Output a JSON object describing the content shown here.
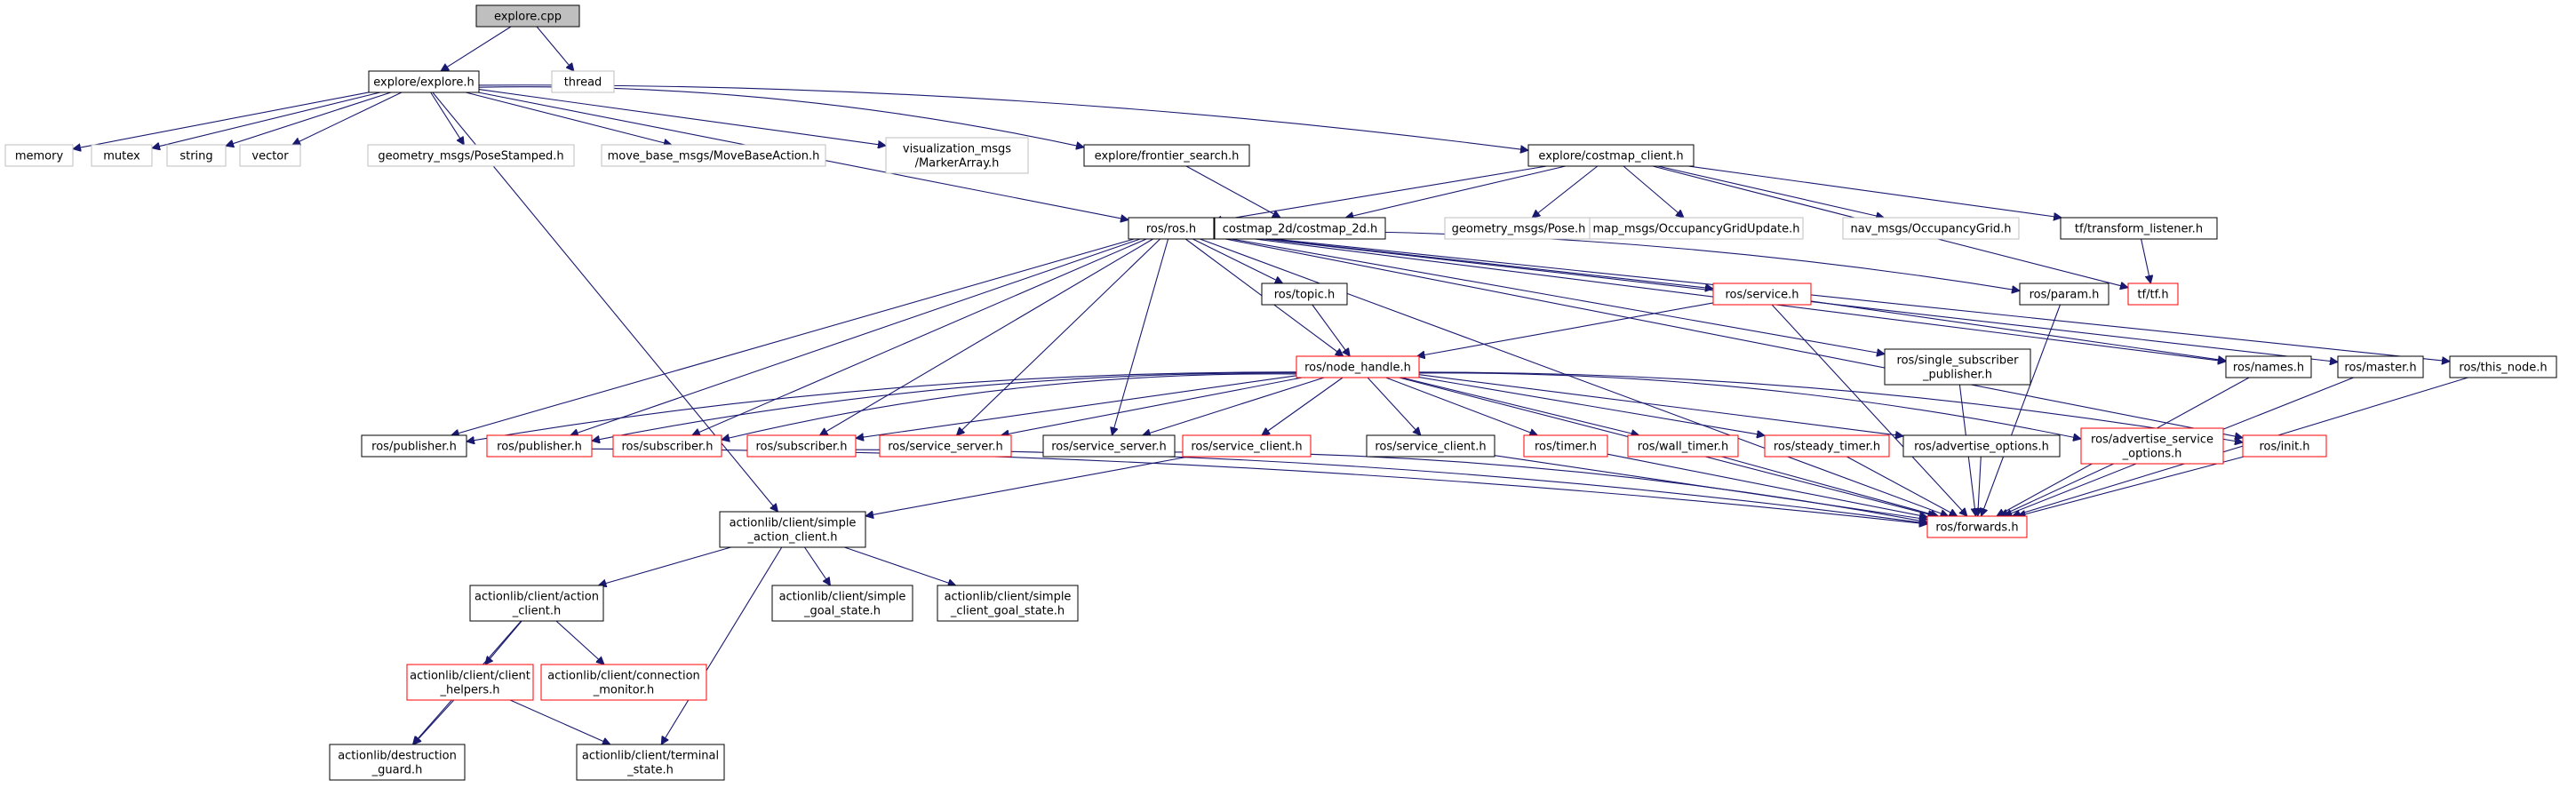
{
  "colors": {
    "normal": "#000000",
    "red": "#ff0000",
    "gray": "#bfbfbf",
    "root_fill": "#bfbfbf",
    "edge": "#191970"
  },
  "graph": {
    "nodes": [
      {
        "id": "explore_cpp",
        "lines": [
          "explore.cpp"
        ],
        "style": "root"
      },
      {
        "id": "explore_h",
        "lines": [
          "explore/explore.h"
        ],
        "style": "normal"
      },
      {
        "id": "thread",
        "lines": [
          "thread"
        ],
        "style": "gray"
      },
      {
        "id": "memory",
        "lines": [
          "memory"
        ],
        "style": "gray"
      },
      {
        "id": "mutex",
        "lines": [
          "mutex"
        ],
        "style": "gray"
      },
      {
        "id": "string",
        "lines": [
          "string"
        ],
        "style": "gray"
      },
      {
        "id": "vector",
        "lines": [
          "vector"
        ],
        "style": "gray"
      },
      {
        "id": "pose_stamped",
        "lines": [
          "geometry_msgs/PoseStamped.h"
        ],
        "style": "gray"
      },
      {
        "id": "move_base_action",
        "lines": [
          "move_base_msgs/MoveBaseAction.h"
        ],
        "style": "gray"
      },
      {
        "id": "marker_array",
        "lines": [
          "visualization_msgs",
          "/MarkerArray.h"
        ],
        "style": "gray"
      },
      {
        "id": "frontier_search",
        "lines": [
          "explore/frontier_search.h"
        ],
        "style": "normal"
      },
      {
        "id": "costmap_client",
        "lines": [
          "explore/costmap_client.h"
        ],
        "style": "normal"
      },
      {
        "id": "ros_h",
        "lines": [
          "ros/ros.h"
        ],
        "style": "normal"
      },
      {
        "id": "costmap_2d",
        "lines": [
          "costmap_2d/costmap_2d.h"
        ],
        "style": "normal"
      },
      {
        "id": "geometry_pose",
        "lines": [
          "geometry_msgs/Pose.h"
        ],
        "style": "gray"
      },
      {
        "id": "occ_grid_update",
        "lines": [
          "map_msgs/OccupancyGridUpdate.h"
        ],
        "style": "gray"
      },
      {
        "id": "occ_grid",
        "lines": [
          "nav_msgs/OccupancyGrid.h"
        ],
        "style": "gray"
      },
      {
        "id": "tf_listener",
        "lines": [
          "tf/transform_listener.h"
        ],
        "style": "normal"
      },
      {
        "id": "tf_h",
        "lines": [
          "tf/tf.h"
        ],
        "style": "red"
      },
      {
        "id": "topic_h",
        "lines": [
          "ros/topic.h"
        ],
        "style": "normal"
      },
      {
        "id": "service_h",
        "lines": [
          "ros/service.h"
        ],
        "style": "red"
      },
      {
        "id": "param_h",
        "lines": [
          "ros/param.h"
        ],
        "style": "normal"
      },
      {
        "id": "single_sub",
        "lines": [
          "ros/single_subscriber",
          "_publisher.h"
        ],
        "style": "normal"
      },
      {
        "id": "names_h",
        "lines": [
          "ros/names.h"
        ],
        "style": "normal"
      },
      {
        "id": "master_h",
        "lines": [
          "ros/master.h"
        ],
        "style": "normal"
      },
      {
        "id": "this_node",
        "lines": [
          "ros/this_node.h"
        ],
        "style": "normal"
      },
      {
        "id": "node_handle",
        "lines": [
          "ros/node_handle.h"
        ],
        "style": "red"
      },
      {
        "id": "publisher_b",
        "lines": [
          "ros/publisher.h"
        ],
        "style": "normal"
      },
      {
        "id": "publisher_r",
        "lines": [
          "ros/publisher.h"
        ],
        "style": "red"
      },
      {
        "id": "subscriber_1",
        "lines": [
          "ros/subscriber.h"
        ],
        "style": "red"
      },
      {
        "id": "subscriber_2",
        "lines": [
          "ros/subscriber.h"
        ],
        "style": "red"
      },
      {
        "id": "service_server_r",
        "lines": [
          "ros/service_server.h"
        ],
        "style": "red"
      },
      {
        "id": "service_server_b",
        "lines": [
          "ros/service_server.h"
        ],
        "style": "normal"
      },
      {
        "id": "service_client_r",
        "lines": [
          "ros/service_client.h"
        ],
        "style": "red"
      },
      {
        "id": "service_client_b",
        "lines": [
          "ros/service_client.h"
        ],
        "style": "normal"
      },
      {
        "id": "timer_h",
        "lines": [
          "ros/timer.h"
        ],
        "style": "red"
      },
      {
        "id": "wall_timer",
        "lines": [
          "ros/wall_timer.h"
        ],
        "style": "red"
      },
      {
        "id": "steady_timer",
        "lines": [
          "ros/steady_timer.h"
        ],
        "style": "red"
      },
      {
        "id": "advertise_options",
        "lines": [
          "ros/advertise_options.h"
        ],
        "style": "normal"
      },
      {
        "id": "advertise_service",
        "lines": [
          "ros/advertise_service",
          "_options.h"
        ],
        "style": "red"
      },
      {
        "id": "init_h",
        "lines": [
          "ros/init.h"
        ],
        "style": "red"
      },
      {
        "id": "forwards_h",
        "lines": [
          "ros/forwards.h"
        ],
        "style": "red"
      },
      {
        "id": "simple_action_client",
        "lines": [
          "actionlib/client/simple",
          "_action_client.h"
        ],
        "style": "normal"
      },
      {
        "id": "action_client",
        "lines": [
          "actionlib/client/action",
          "_client.h"
        ],
        "style": "normal"
      },
      {
        "id": "simple_goal_state",
        "lines": [
          "actionlib/client/simple",
          "_goal_state.h"
        ],
        "style": "normal"
      },
      {
        "id": "simple_client_goal_state",
        "lines": [
          "actionlib/client/simple",
          "_client_goal_state.h"
        ],
        "style": "normal"
      },
      {
        "id": "client_helpers",
        "lines": [
          "actionlib/client/client",
          "_helpers.h"
        ],
        "style": "red"
      },
      {
        "id": "connection_monitor",
        "lines": [
          "actionlib/client/connection",
          "_monitor.h"
        ],
        "style": "red"
      },
      {
        "id": "destruction_guard",
        "lines": [
          "actionlib/destruction",
          "_guard.h"
        ],
        "style": "normal"
      },
      {
        "id": "terminal_state",
        "lines": [
          "actionlib/client/terminal",
          "_state.h"
        ],
        "style": "normal"
      }
    ],
    "edges": [
      [
        "explore_cpp",
        "explore_h"
      ],
      [
        "explore_cpp",
        "thread"
      ],
      [
        "explore_h",
        "memory"
      ],
      [
        "explore_h",
        "mutex"
      ],
      [
        "explore_h",
        "string"
      ],
      [
        "explore_h",
        "vector"
      ],
      [
        "explore_h",
        "pose_stamped"
      ],
      [
        "explore_h",
        "move_base_action"
      ],
      [
        "explore_h",
        "marker_array"
      ],
      [
        "explore_h",
        "frontier_search"
      ],
      [
        "explore_h",
        "costmap_client"
      ],
      [
        "explore_h",
        "ros_h"
      ],
      [
        "explore_h",
        "simple_action_client"
      ],
      [
        "frontier_search",
        "costmap_2d"
      ],
      [
        "costmap_client",
        "costmap_2d"
      ],
      [
        "costmap_client",
        "geometry_pose"
      ],
      [
        "costmap_client",
        "occ_grid_update"
      ],
      [
        "costmap_client",
        "occ_grid"
      ],
      [
        "costmap_client",
        "tf_listener"
      ],
      [
        "costmap_client",
        "ros_h"
      ],
      [
        "costmap_client",
        "tf_h"
      ],
      [
        "tf_listener",
        "tf_h"
      ],
      [
        "ros_h",
        "topic_h"
      ],
      [
        "ros_h",
        "service_h"
      ],
      [
        "ros_h",
        "param_h"
      ],
      [
        "ros_h",
        "single_sub"
      ],
      [
        "ros_h",
        "names_h"
      ],
      [
        "ros_h",
        "master_h"
      ],
      [
        "ros_h",
        "this_node"
      ],
      [
        "ros_h",
        "node_handle"
      ],
      [
        "ros_h",
        "publisher_b"
      ],
      [
        "ros_h",
        "publisher_r"
      ],
      [
        "ros_h",
        "subscriber_1"
      ],
      [
        "ros_h",
        "subscriber_2"
      ],
      [
        "ros_h",
        "service_server_r"
      ],
      [
        "ros_h",
        "service_server_b"
      ],
      [
        "ros_h",
        "init_h"
      ],
      [
        "ros_h",
        "forwards_h"
      ],
      [
        "topic_h",
        "node_handle"
      ],
      [
        "service_h",
        "node_handle"
      ],
      [
        "service_h",
        "names_h"
      ],
      [
        "service_h",
        "forwards_h"
      ],
      [
        "param_h",
        "forwards_h"
      ],
      [
        "single_sub",
        "forwards_h"
      ],
      [
        "names_h",
        "forwards_h"
      ],
      [
        "master_h",
        "forwards_h"
      ],
      [
        "this_node",
        "forwards_h"
      ],
      [
        "node_handle",
        "publisher_b"
      ],
      [
        "node_handle",
        "publisher_r"
      ],
      [
        "node_handle",
        "subscriber_1"
      ],
      [
        "node_handle",
        "subscriber_2"
      ],
      [
        "node_handle",
        "service_server_r"
      ],
      [
        "node_handle",
        "service_server_b"
      ],
      [
        "node_handle",
        "service_client_r"
      ],
      [
        "node_handle",
        "service_client_b"
      ],
      [
        "node_handle",
        "timer_h"
      ],
      [
        "node_handle",
        "wall_timer"
      ],
      [
        "node_handle",
        "steady_timer"
      ],
      [
        "node_handle",
        "advertise_options"
      ],
      [
        "node_handle",
        "advertise_service"
      ],
      [
        "node_handle",
        "init_h"
      ],
      [
        "node_handle",
        "forwards_h"
      ],
      [
        "publisher_r",
        "forwards_h"
      ],
      [
        "subscriber_2",
        "forwards_h"
      ],
      [
        "service_server_b",
        "forwards_h"
      ],
      [
        "service_client_r",
        "simple_action_client"
      ],
      [
        "service_client_b",
        "forwards_h"
      ],
      [
        "timer_h",
        "forwards_h"
      ],
      [
        "wall_timer",
        "forwards_h"
      ],
      [
        "steady_timer",
        "forwards_h"
      ],
      [
        "advertise_options",
        "forwards_h"
      ],
      [
        "advertise_service",
        "forwards_h"
      ],
      [
        "init_h",
        "forwards_h"
      ],
      [
        "simple_action_client",
        "action_client"
      ],
      [
        "simple_action_client",
        "simple_goal_state"
      ],
      [
        "simple_action_client",
        "simple_client_goal_state"
      ],
      [
        "simple_action_client",
        "terminal_state"
      ],
      [
        "action_client",
        "client_helpers"
      ],
      [
        "action_client",
        "connection_monitor"
      ],
      [
        "action_client",
        "destruction_guard"
      ],
      [
        "client_helpers",
        "destruction_guard"
      ],
      [
        "client_helpers",
        "terminal_state"
      ]
    ]
  }
}
